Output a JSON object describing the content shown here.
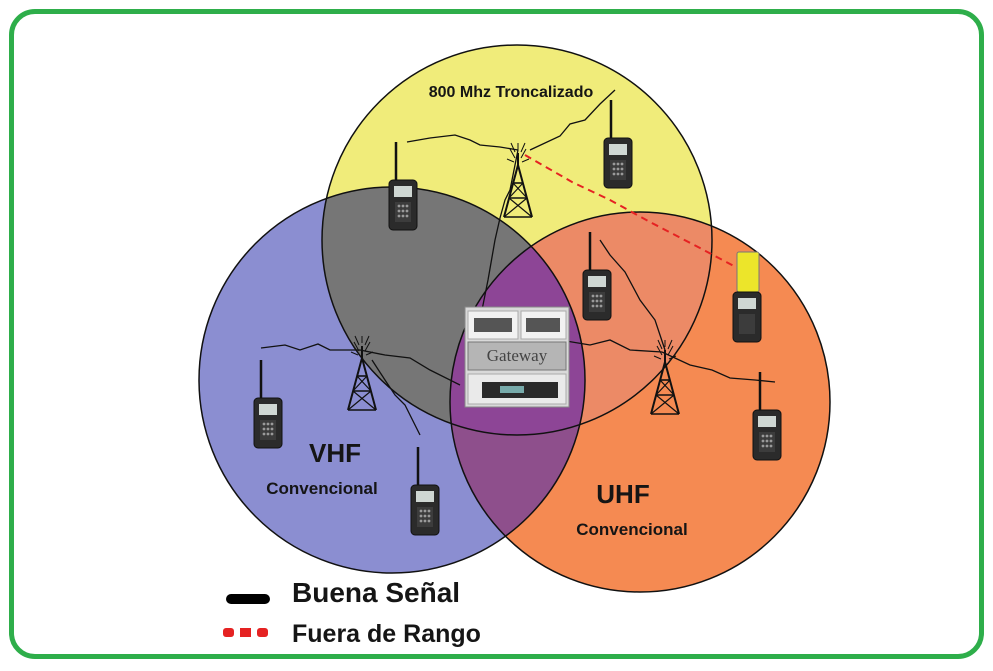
{
  "zones": {
    "trunked": {
      "label": "800 Mhz Troncalizado",
      "color": "#f0ec7a"
    },
    "vhf": {
      "label": "VHF",
      "sublabel": "Convencional",
      "color": "#8b8ed1"
    },
    "uhf": {
      "label": "UHF",
      "sublabel": "Convencional",
      "color": "#f58a52"
    }
  },
  "gateway": {
    "label": "Gateway"
  },
  "legend": {
    "good_signal": "Buena Señal",
    "out_of_range": "Fuera de Rango",
    "good_color": "#000000",
    "out_color": "#e52222"
  },
  "frame_color": "#2eae4a"
}
